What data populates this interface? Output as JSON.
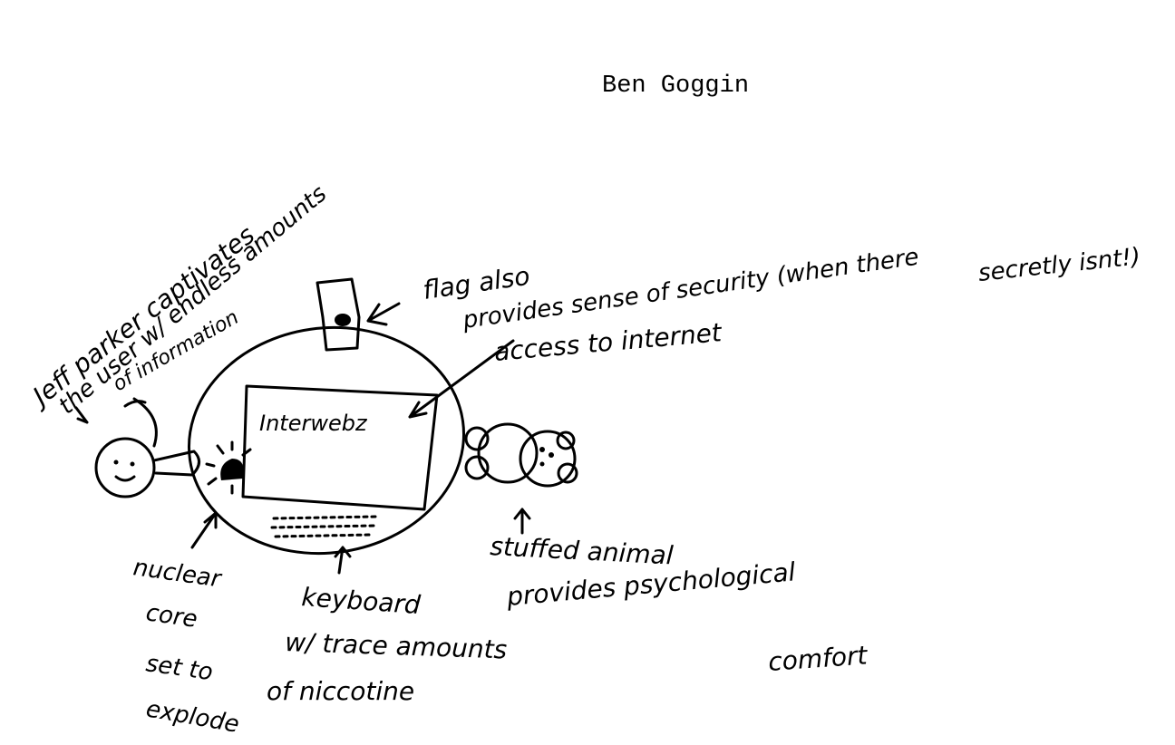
{
  "author": "Ben Goggin",
  "screen_text": "Interwebz",
  "annotations": {
    "jeff_line1": "Jeff parker captivates",
    "jeff_line2": "the user w/ endless amounts",
    "jeff_line3": "of information",
    "flag_line1": "flag also",
    "flag_line2": "provides sense of security (when there",
    "flag_line3": "secretly isnt!)",
    "access": "access to internet",
    "nuclear_line1": "nuclear",
    "nuclear_line2": "core",
    "nuclear_line3": "set to",
    "nuclear_line4": "explode",
    "keyboard_line1": "keyboard",
    "keyboard_line2": "w/ trace amounts",
    "keyboard_line3": "of niccotine",
    "animal_line1": "stuffed animal",
    "animal_line2": "provides psychological",
    "animal_line3": "comfort"
  },
  "colors": {
    "ink": "#000000",
    "paper": "#ffffff"
  }
}
